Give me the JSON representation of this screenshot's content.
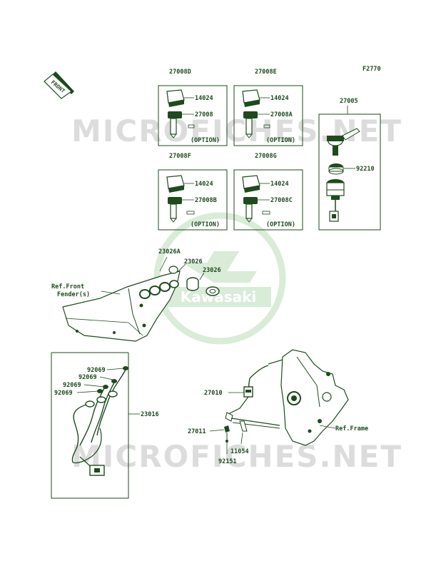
{
  "figure_code": "F2770",
  "front_arrow": "FRONT",
  "watermark": {
    "site": "MICROFICHES.NET",
    "brand": "Kawasaki"
  },
  "colors": {
    "line": "#1e4a1e",
    "watermark": "#dcdcdc",
    "logo_green": "#d8ecd8"
  },
  "kits": [
    {
      "title": "27008D",
      "top_part": "14024",
      "bottom_part": "27008",
      "note": "(OPTION)"
    },
    {
      "title": "27008E",
      "top_part": "14024",
      "bottom_part": "27008A",
      "note": "(OPTION)"
    },
    {
      "title": "27008F",
      "top_part": "14024",
      "bottom_part": "27008B",
      "note": "(OPTION)"
    },
    {
      "title": "27008G",
      "top_part": "14024",
      "bottom_part": "27008C",
      "note": "(OPTION)"
    }
  ],
  "ignition_box": {
    "title": "27005",
    "part": "92210"
  },
  "callouts": {
    "p23026a": "23026A",
    "p23026_1": "23026",
    "p23026_2": "23026",
    "ref_front": "Ref.Front",
    "ref_fender": "Fender(s)",
    "p92069_1": "92069",
    "p92069_2": "92069",
    "p92069_3": "92069",
    "p92069_4": "92069",
    "p23016": "23016",
    "p27010": "27010",
    "p27011": "27011",
    "p11054": "11054",
    "p92151": "92151",
    "ref_frame": "Ref.Frame"
  }
}
